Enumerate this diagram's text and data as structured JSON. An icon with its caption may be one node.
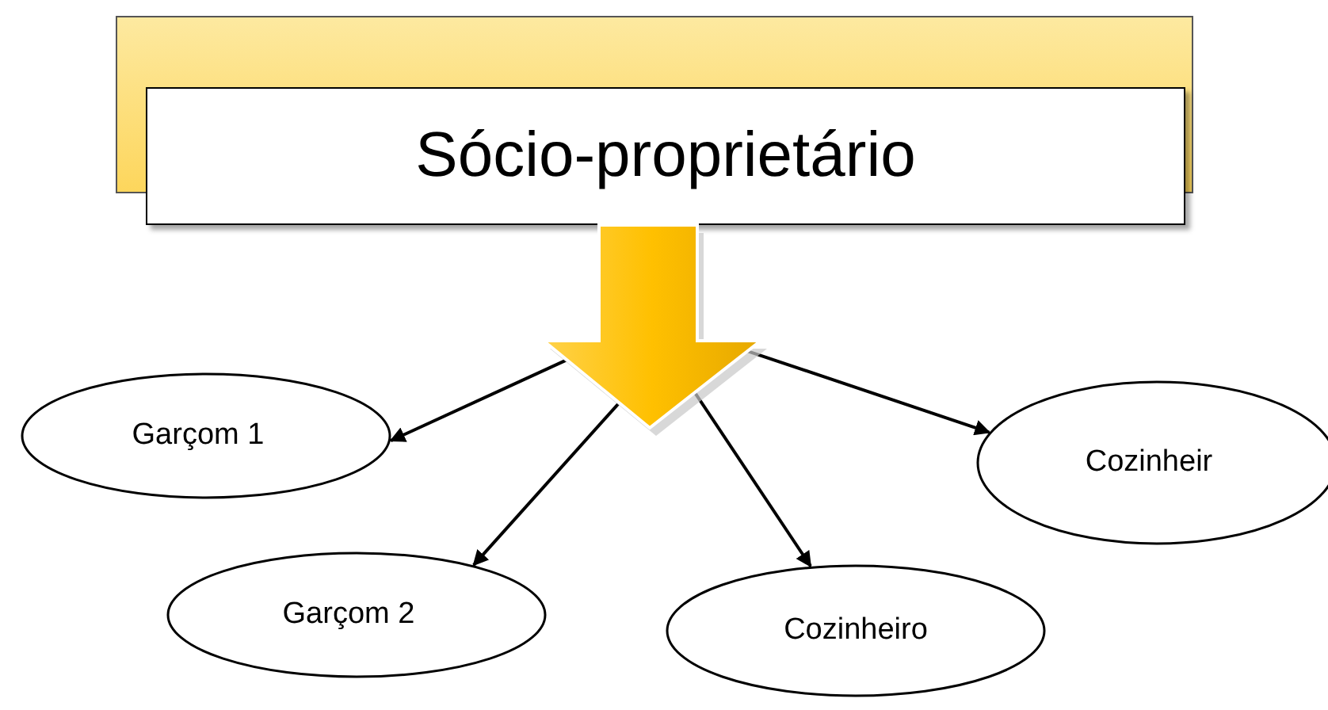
{
  "diagram": {
    "nodes": [
      {
        "text": [
          "Sócio-proprietário"
        ]
      },
      {
        "text": [],
        "shape": "arrow"
      },
      {
        "text": [
          "Garçom 1"
        ]
      },
      {
        "text": [
          "Garçom 2"
        ]
      },
      {
        "text": [
          "Cozinheiro"
        ]
      },
      {
        "text": [
          "Cozinheir"
        ]
      }
    ],
    "edges": [
      {
        "from": 1,
        "to": 2,
        "arrow": "to"
      },
      {
        "from": 1,
        "to": 3,
        "arrow": "to"
      },
      {
        "from": 1,
        "to": 4,
        "arrow": "to"
      },
      {
        "from": 1,
        "to": 5,
        "arrow": "to"
      }
    ]
  }
}
